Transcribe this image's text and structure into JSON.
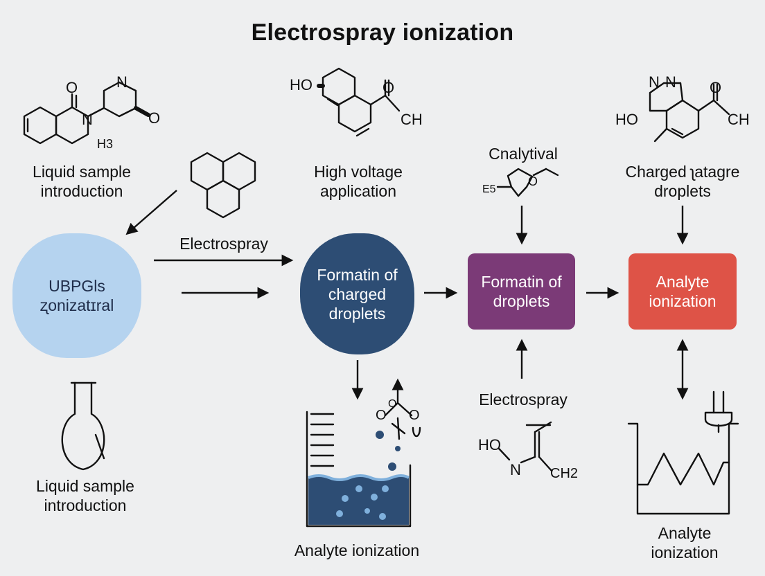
{
  "title": "Electrospray ionization",
  "labels": {
    "liquid_sample_top": "Liquid sample\nintroduction",
    "high_voltage": "High voltage\napplication",
    "cnalytival": "Cnalytival",
    "charged_droplets": "Charged ʅatagre\ndroplets",
    "electrospray_top": "Electrospray",
    "electrospray_bottom": "Electrospray",
    "liquid_sample_bottom": "Liquid sample\nintroduction",
    "analyte_ionization_bottom": "Analyte ionization",
    "analyte_ionization_right": "Analyte\nionization"
  },
  "nodes": {
    "blue": "UBPGls\nʐonizatɪral",
    "navy": "Formatin of\ncharged\ndroplets",
    "purple": "Formatin of\ndroplets",
    "red": "Analyte\nionization"
  },
  "chem_labels": {
    "mol1_o": "O",
    "mol1_n": "N",
    "mol1_h3": "H3",
    "mol2_n": "N",
    "mol2_o": "O",
    "mol3_ho": "HO",
    "mol3_o": "O",
    "mol3_ch": "CH",
    "mol4_e5": "E5",
    "mol4_o": "O",
    "mol5_n1": "N",
    "mol5_n2": "N",
    "mol5_ho": "HO",
    "mol5_o": "O",
    "mol5_ch": "CH",
    "mol6_ho": "HO",
    "mol6_n": "N",
    "mol6_ch2": "CH2",
    "mol7_o1": "O",
    "mol7_o2": "O",
    "mol7_o3": "O"
  },
  "colors": {
    "background": "#eeeff0",
    "blue_node": "#b5d3ef",
    "navy_node": "#2d4d74",
    "purple_node": "#7b3a77",
    "red_node": "#de5347",
    "liquid": "#2d4d74",
    "wave": "#7fb0dc"
  }
}
